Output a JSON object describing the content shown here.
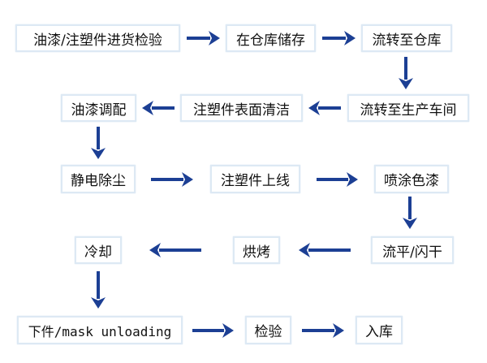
{
  "colors": {
    "arrow": "#1c3f94",
    "box_border": "#dde9f4",
    "text": "#111111"
  },
  "steps": [
    {
      "id": "s1",
      "label": "油漆/注塑件进货检验"
    },
    {
      "id": "s2",
      "label": "在仓库储存"
    },
    {
      "id": "s3",
      "label": "流转至仓库"
    },
    {
      "id": "s4",
      "label": "流转至生产车间"
    },
    {
      "id": "s5",
      "label": "注塑件表面清洁"
    },
    {
      "id": "s6",
      "label": "油漆调配"
    },
    {
      "id": "s7",
      "label": "静电除尘"
    },
    {
      "id": "s8",
      "label": "注塑件上线"
    },
    {
      "id": "s9",
      "label": "喷涂色漆"
    },
    {
      "id": "s10",
      "label": "流平/闪干"
    },
    {
      "id": "s11",
      "label": "烘烤"
    },
    {
      "id": "s12",
      "label": "冷却"
    },
    {
      "id": "s13",
      "label": "下件/mask unloading"
    },
    {
      "id": "s14",
      "label": "检验"
    },
    {
      "id": "s15",
      "label": "入库"
    }
  ],
  "edges": [
    {
      "from": "s1",
      "to": "s2",
      "direction": "right"
    },
    {
      "from": "s2",
      "to": "s3",
      "direction": "right"
    },
    {
      "from": "s3",
      "to": "s4",
      "direction": "down"
    },
    {
      "from": "s4",
      "to": "s5",
      "direction": "left"
    },
    {
      "from": "s5",
      "to": "s6",
      "direction": "left"
    },
    {
      "from": "s6",
      "to": "s7",
      "direction": "down"
    },
    {
      "from": "s7",
      "to": "s8",
      "direction": "right"
    },
    {
      "from": "s8",
      "to": "s9",
      "direction": "right"
    },
    {
      "from": "s9",
      "to": "s10",
      "direction": "down"
    },
    {
      "from": "s10",
      "to": "s11",
      "direction": "left"
    },
    {
      "from": "s11",
      "to": "s12",
      "direction": "left"
    },
    {
      "from": "s12",
      "to": "s13",
      "direction": "down"
    },
    {
      "from": "s13",
      "to": "s14",
      "direction": "right"
    },
    {
      "from": "s14",
      "to": "s15",
      "direction": "right"
    }
  ]
}
